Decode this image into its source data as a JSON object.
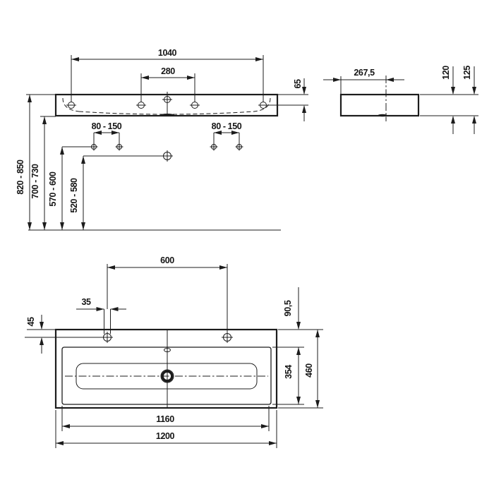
{
  "front": {
    "hole_span": "1040",
    "inner_span": "280",
    "rim_to_hole": "65",
    "supply_left": "80 - 150",
    "supply_right": "80 - 150",
    "height_rim": "820 - 850",
    "height_underside": "700 - 730",
    "height_supply": "570 - 600",
    "height_drain": "520 - 580"
  },
  "side": {
    "depth_to_drain": "267,5",
    "height_inner": "120",
    "height_outer": "125"
  },
  "plan": {
    "tap_span": "600",
    "tap_hole_dia": "35",
    "rear_to_tap": "45",
    "rear_rim": "90,5",
    "bowl_depth": "354",
    "depth": "460",
    "inner_width": "1160",
    "width": "1200"
  }
}
